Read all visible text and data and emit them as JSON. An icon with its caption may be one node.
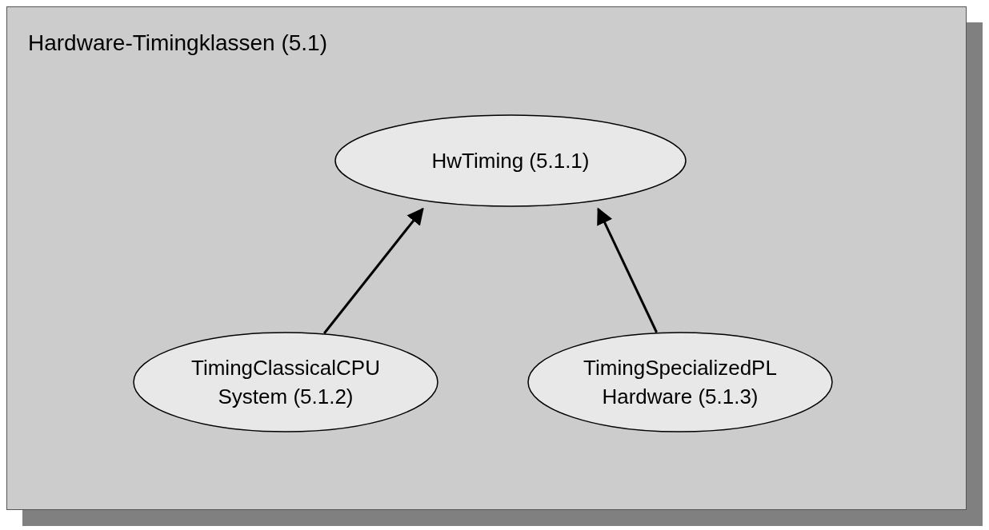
{
  "diagram": {
    "title": "Hardware-Timingklassen (5.1)",
    "nodes": [
      {
        "text": [
          "HwTiming (5.1.1)"
        ]
      },
      {
        "text": [
          "TimingClassicalCPU System (5.1.2)"
        ]
      },
      {
        "text": [
          "TimingSpecializedPL Hardware (5.1.3)"
        ]
      }
    ],
    "edges": [
      {
        "from": 1,
        "to": 0,
        "arrow": "to"
      },
      {
        "from": 2,
        "to": 0,
        "arrow": "to"
      }
    ]
  }
}
